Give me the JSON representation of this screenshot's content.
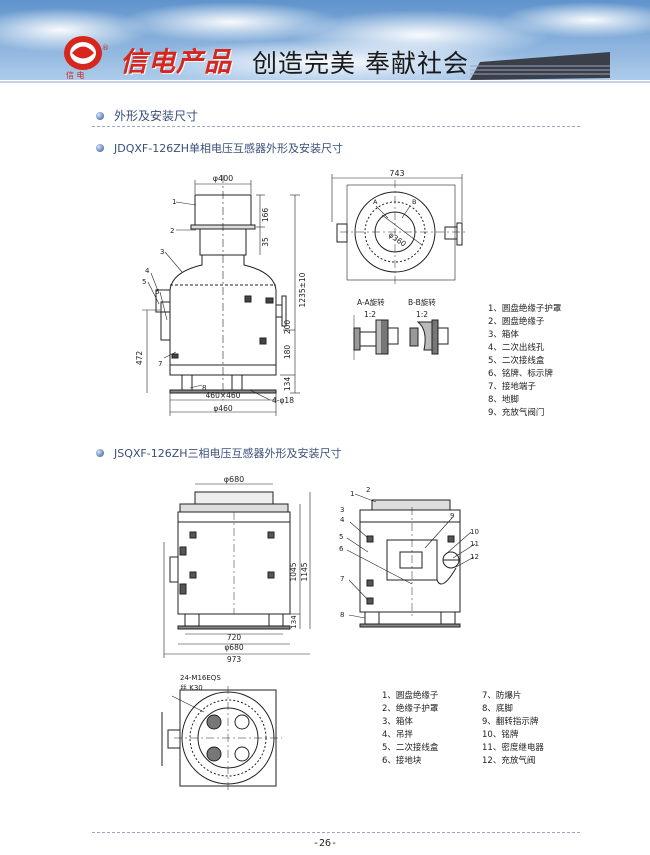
{
  "header": {
    "logo_text": "信",
    "logo_sub": "信 电",
    "logo_mark": "®",
    "brand": "信电产品",
    "slogan": "创造完美 奉献社会",
    "colors": {
      "brand_red": "#d7261e",
      "sky": "#6f9fd1",
      "banner_dark": "#3a3f4a"
    }
  },
  "section": {
    "title": "外形及安装尺寸"
  },
  "diagram1": {
    "title": "JDQXF-126ZH单相电压互感器外形及安装尺寸",
    "dims": {
      "d400": "φ400",
      "d166": "166",
      "d35": "35",
      "d1235": "1235±10",
      "d200": "200",
      "d180": "180",
      "d134": "134",
      "d472": "472",
      "d460x460": "460×460",
      "d4phi18": "4-φ18",
      "d460": "φ460",
      "d743": "743",
      "d360": "φ360"
    },
    "callouts": [
      "1",
      "2",
      "3",
      "4",
      "5",
      "6",
      "7",
      "8"
    ],
    "section_a": {
      "label": "A-A旋转",
      "scale": "1:2"
    },
    "section_b": {
      "label": "B-B旋转",
      "scale": "1:2"
    },
    "view_marks": {
      "a": "A",
      "b": "B"
    },
    "legend": [
      "1、圆盘绝缘子护罩",
      "2、圆盘绝缘子",
      "3、箱体",
      "4、二次出线孔",
      "5、二次接线盒",
      "6、铭牌、标示牌",
      "7、接地端子",
      "8、地脚",
      "9、充放气阀门"
    ]
  },
  "diagram2": {
    "title": "JSQXF-126ZH三相电压互感器外形及安装尺寸",
    "dims": {
      "d680": "φ680",
      "d1045": "1045",
      "d1145": "1145",
      "d134": "134",
      "d720": "720",
      "d680b": "φ680",
      "d973": "973",
      "bolt": "24-M16EQS",
      "hole": "丝 K30"
    },
    "callouts": [
      "2",
      "1",
      "3",
      "4",
      "5",
      "6",
      "7",
      "8",
      "9",
      "10",
      "11",
      "12"
    ],
    "legend": [
      "1、圆盘绝缘子",
      "7、防爆片",
      "2、绝缘子护罩",
      "8、底脚",
      "3、箱体",
      "9、翻转指示牌",
      "4、吊拌",
      "10、铭牌",
      "5、二次接线盒",
      "11、密度继电器",
      "6、接地块",
      "12、充放气阀"
    ]
  },
  "footer": {
    "page": "-26-"
  }
}
